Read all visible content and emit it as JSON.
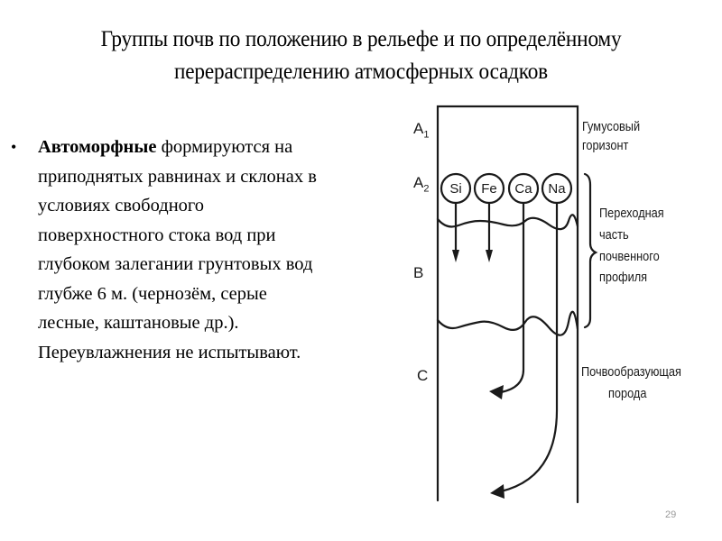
{
  "slide": {
    "title_lines": [
      "Группы почв по положению в рельефе и по определённому",
      "перераспределению атмосферных осадков"
    ],
    "bullet": {
      "bold_term": "Автоморфные",
      "text_lines": [
        " формируются на",
        "приподнятых равнинах и склонах в",
        "условиях свободного",
        "поверхностного стока вод при",
        "глубоком залегании грунтовых вод",
        "глубже 6 м. (чернозём, серые",
        "лесные, каштановые др.).",
        "Переувлажнения не испытывают."
      ]
    },
    "page_number": "29"
  },
  "diagram": {
    "horizons": [
      {
        "main": "A",
        "sub": "1"
      },
      {
        "main": "A",
        "sub": "2"
      },
      {
        "main": "B",
        "sub": ""
      },
      {
        "main": "C",
        "sub": ""
      }
    ],
    "elements": [
      "Si",
      "Fe",
      "Ca",
      "Na"
    ],
    "labels": {
      "humus_line1": "Гумусовый",
      "humus_line2": "горизонт",
      "transition_line1": "Переходная",
      "transition_line2": "часть",
      "transition_line3": "почвенного",
      "transition_line4": "профиля",
      "parent_line1": "Почвообразующая",
      "parent_line2": "порода"
    },
    "line_color": "#1a1a1a"
  }
}
